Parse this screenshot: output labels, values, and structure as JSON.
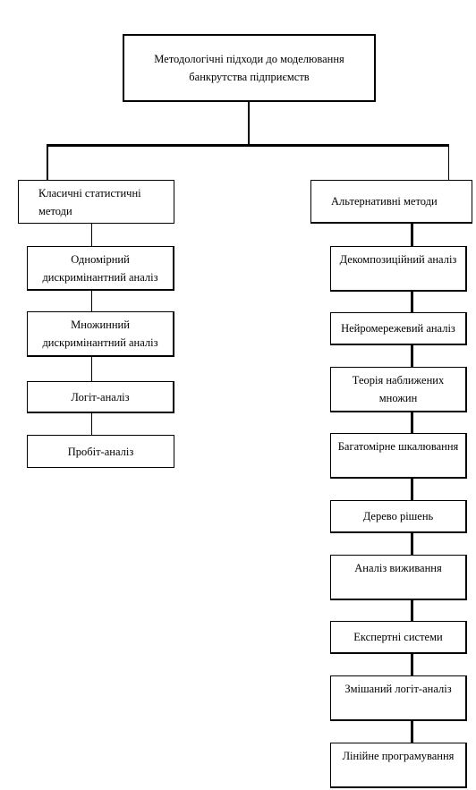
{
  "root": {
    "label": "Методологічні підходи до моделювання банкрутства підприємств"
  },
  "classic": {
    "label": "Класичні статистичні методи",
    "items": [
      "Одномірний дискримінантний аналіз",
      "Множинний дискримінантний аналіз",
      "Логіт-аналіз",
      "Пробіт-аналіз"
    ]
  },
  "alternative": {
    "label": "Альтернативні методи",
    "items": [
      "Декомпозиційний аналіз",
      "Нейромережевий аналіз",
      "Теорія наближених множин",
      "Багатомірне шкалювання",
      "Дерево рішень",
      "Аналіз виживання",
      "Експертні системи",
      "Змішаний логіт-аналіз",
      "Лінійне програмування"
    ]
  }
}
